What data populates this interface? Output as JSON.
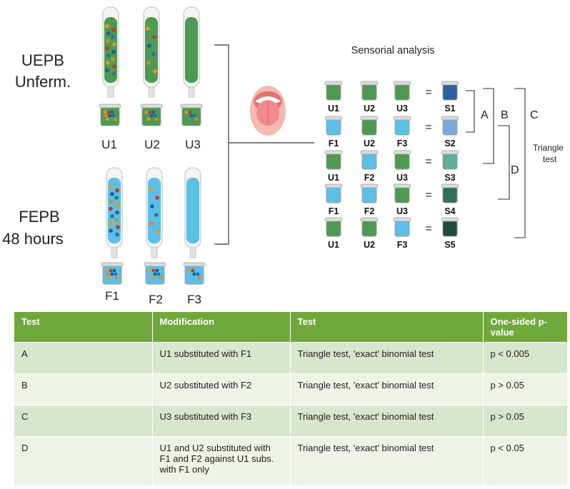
{
  "groups": {
    "uepb": [
      "UEPB",
      "Unferm."
    ],
    "fepb": [
      "FEPB",
      "48 hours"
    ]
  },
  "tubes_u": [
    "U1",
    "U2",
    "U3"
  ],
  "tubes_f": [
    "F1",
    "F2",
    "F3"
  ],
  "analysis_title": "Sensorial analysis",
  "equals": "=",
  "rows": [
    {
      "cups": [
        "U1",
        "U2",
        "U3"
      ],
      "sample": "S1"
    },
    {
      "cups": [
        "F1",
        "U2",
        "F3"
      ],
      "sample": "S2"
    },
    {
      "cups": [
        "U1",
        "F2",
        "U3"
      ],
      "sample": "S3"
    },
    {
      "cups": [
        "F1",
        "F2",
        "U3"
      ],
      "sample": "S4"
    },
    {
      "cups": [
        "U1",
        "U2",
        "F3"
      ],
      "sample": "S5"
    }
  ],
  "brackets": {
    "a": "A",
    "b": "B",
    "c": "C",
    "d": "D"
  },
  "triangle_label": [
    "Triangle",
    "test"
  ],
  "colors": {
    "green_liquid": "#4e9a52",
    "blue_liquid": "#5bbfe8",
    "header_green": "#71a83b",
    "row_dark": "#d8e6cb",
    "row_light": "#edf3e6",
    "samples": [
      "#2f5f9e",
      "#7ea8e0",
      "#5fae9a",
      "#2e6f5b",
      "#1f4a40"
    ]
  },
  "table": {
    "headers": [
      "Test",
      "Modification",
      "Test",
      "One-sided p-value"
    ],
    "rows": [
      [
        "A",
        "U1 substituted with F1",
        "Triangle test, 'exact' binomial test",
        "p < 0.005"
      ],
      [
        "B",
        "U2 substituted with F2",
        "Triangle test, 'exact' binomial test",
        "p > 0.05"
      ],
      [
        "C",
        "U3 substituted with F3",
        "Triangle test, 'exact' binomial test",
        "p > 0.05"
      ],
      [
        "D",
        "U1 and U2 substituted with F1 and F2 against U1 subs. with F1 only",
        "Triangle test, 'exact' binomial test",
        "p < 0.05"
      ]
    ]
  }
}
